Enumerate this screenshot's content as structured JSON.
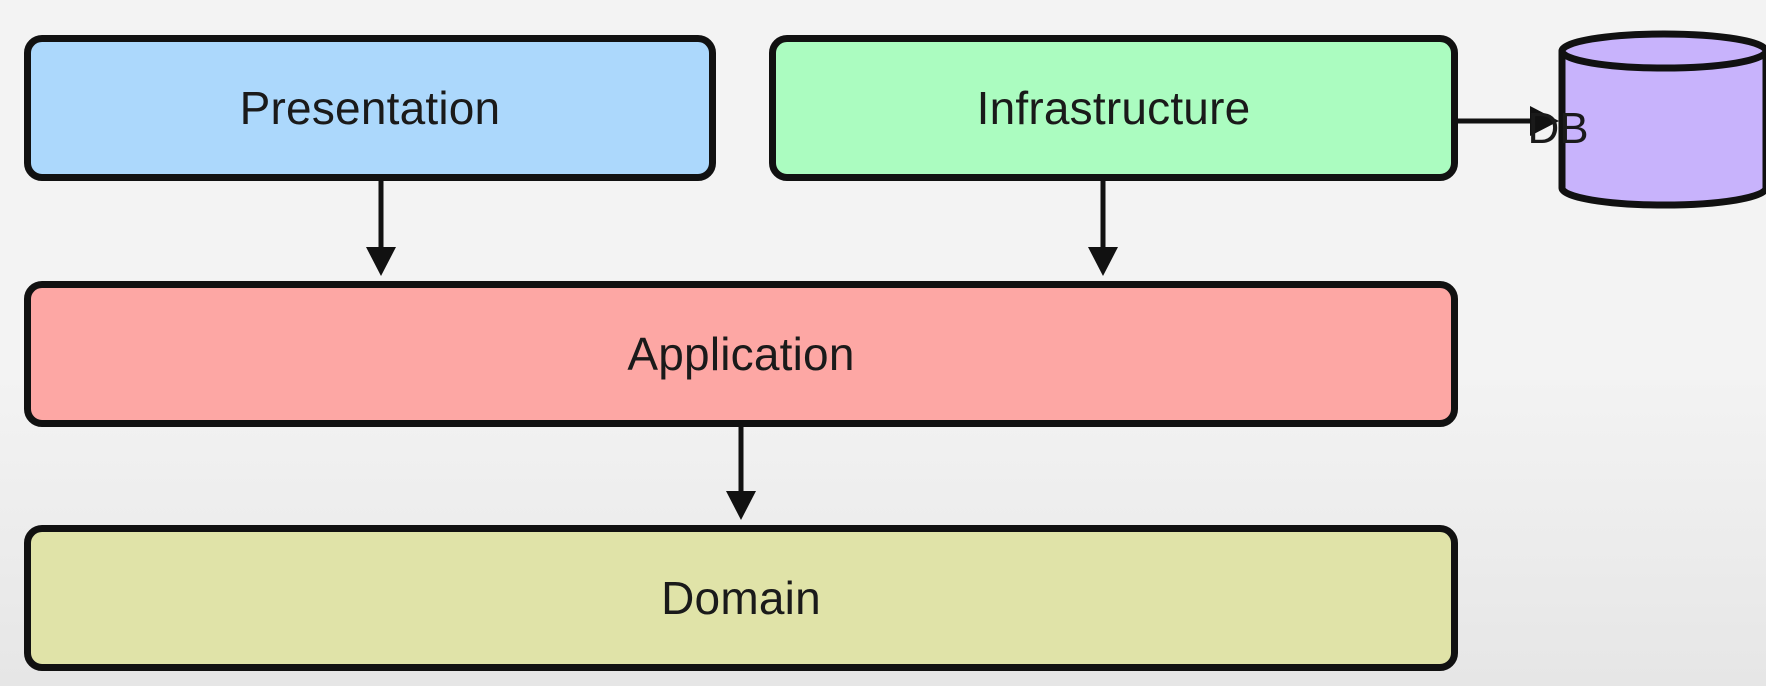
{
  "diagram": {
    "layers": {
      "presentation": {
        "label": "Presentation",
        "fill": "#acd8fc"
      },
      "infrastructure": {
        "label": "Infrastructure",
        "fill": "#abfcc0"
      },
      "application": {
        "label": "Application",
        "fill": "#fda7a4"
      },
      "domain": {
        "label": "Domain",
        "fill": "#e0e3a8"
      }
    },
    "database": {
      "label": "DB",
      "fill": "#c8b3fc"
    },
    "stroke_color": "#111111",
    "edges": [
      {
        "from": "presentation",
        "to": "application"
      },
      {
        "from": "infrastructure",
        "to": "application"
      },
      {
        "from": "application",
        "to": "domain"
      },
      {
        "from": "infrastructure",
        "to": "database"
      }
    ]
  }
}
